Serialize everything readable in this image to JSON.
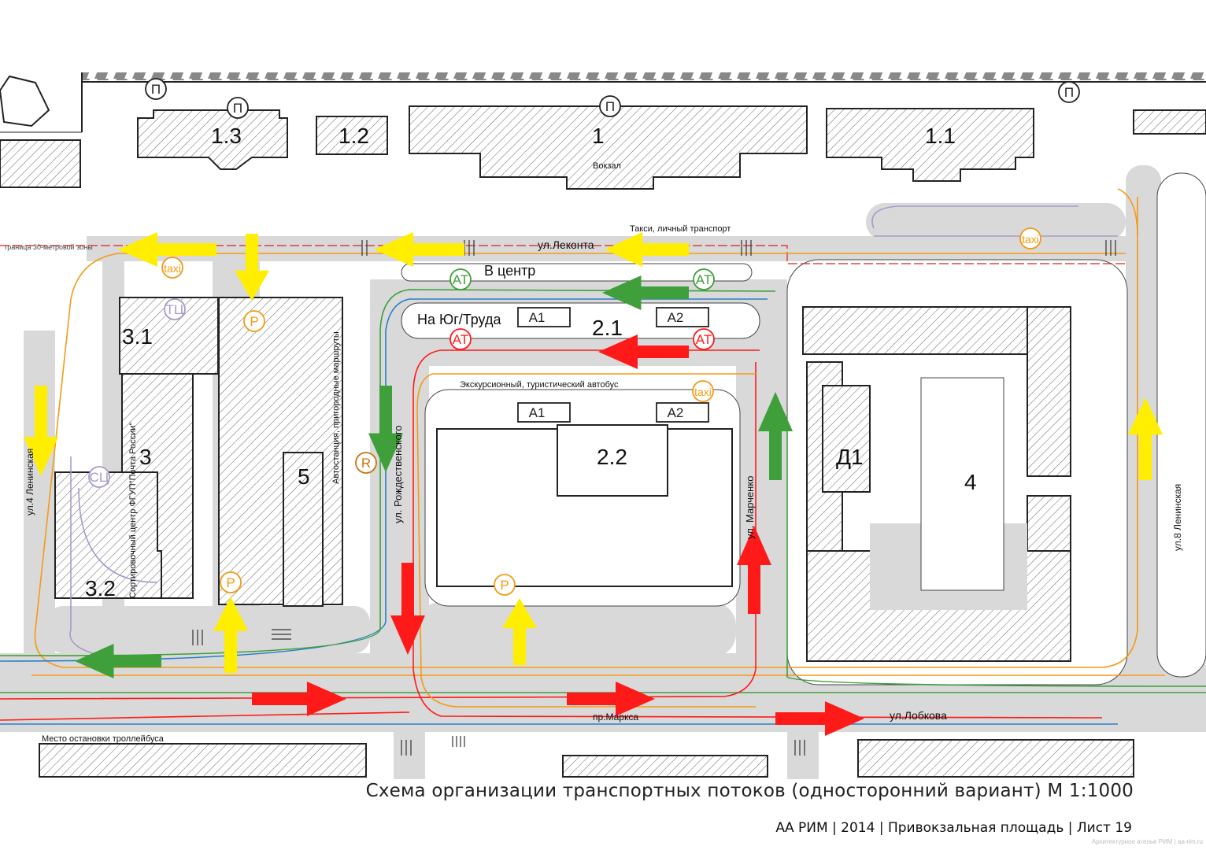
{
  "title": "Схема организации транспортных потоков (односторонний вариант)  М 1:1000",
  "footer": "АА РИМ | 2014 | Привокзальная площадь | Лист 19",
  "credit": "Архитектурное ателье РИМ | aa-rim.ru",
  "buildings": {
    "b13": "1.3",
    "b12": "1.2",
    "b1": "1",
    "b11": "1.1",
    "b31": "3.1",
    "b3": "3",
    "b32": "3.2",
    "b5": "5",
    "b21": "2.1",
    "b22": "2.2",
    "b4": "4",
    "d1": "Д1"
  },
  "labels": {
    "station": "Вокзал",
    "taxi_private": "Такси, личный транспорт",
    "leconte": "ул.Леконта",
    "to_center": "В центр",
    "to_south": "На Юг/Труда",
    "excursion": "Экскурсионный, туристический автобус",
    "lenin4": "ул.4 Ленинская",
    "post": "Сортировочный центр ФГУП\"Почта России\"",
    "bus_station": "Автостанция, пригородные маршруты",
    "rozhd": "ул. Рождественского",
    "marchenko": "ул. Марченко",
    "lenin8": "ул.8 Ленинская",
    "marx": "пр.Маркса",
    "lobkov": "ул.Лобкова",
    "trolley": "Место остановки троллейбуса",
    "zone": "граница 30-метровой зоны"
  },
  "badges": {
    "pedestrian": "П",
    "parking": "P",
    "reserve": "R",
    "bus": "AT",
    "taxi": "taxi",
    "tc": "ТЦ",
    "sc": "СЦ",
    "a1": "A1",
    "a2": "A2"
  },
  "colors": {
    "road": "#d9d9d9",
    "yellow": "#ffee00",
    "green": "#3f9f3a",
    "red": "#ff1a1a",
    "orange": "#f59a16",
    "blue": "#2a7fc8",
    "purple": "#a99ac8"
  }
}
